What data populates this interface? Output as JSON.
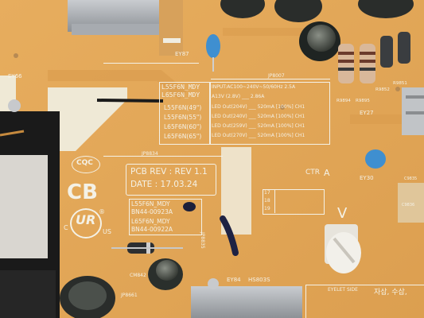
{
  "board": {
    "model_header_1": "L55F6N_MDY",
    "model_header_2": "L65F6N_MDY",
    "model_rows": [
      "L55F6N(49\")",
      "L55F6N(55\")",
      "L65F6N(60\")",
      "L65F6N(65\")"
    ],
    "spec_input": "INPUT:AC100~240V~50/60Hz 2.5A",
    "spec_a13v": "A13V (2.8V) ___ 2.86A",
    "spec_rows": [
      "LED Out(204V) ___ 520mA [100%] CH1",
      "LED Out(240V) ___ 520mA [100%] CH1",
      "LED Out(259V) ___ 520mA [100%] CH1",
      "LED Out(270V) ___ 520mA [100%] CH1"
    ],
    "pcb_rev": "PCB REV : REV 1.1",
    "date": "DATE : 17.03.24",
    "part_model_1": "L55F6N_MDY",
    "part_code_1": "BN44-00923A",
    "part_model_2": "L65F6N_MDY",
    "part_code_2": "BN44-00922A",
    "cqc": "CQC",
    "cb": "CB",
    "ul_c": "C",
    "ul_us": "US",
    "ul_r": "®",
    "ref_ey87": "EY87",
    "ref_jp8007": "JP8007",
    "ref_jp8834": "JP8834",
    "ref_ey27": "EY27",
    "ref_ey30": "EY30",
    "ref_ey84": "EY84",
    "ref_hs803s": "HS803S",
    "ref_cm842": "CM842",
    "ref_jp8661": "JP8661",
    "ref_jp8835": "JP8835",
    "ref_r9894": "R9894",
    "ref_r9895": "R9895",
    "ref_r9852": "R9852",
    "ref_r9851": "R9851",
    "ref_c9836": "C9836",
    "ref_c9835": "C9835",
    "ref_ey66": "EY66",
    "ref_ctr": "CTR",
    "ref_a": "A",
    "ref_v": "V",
    "grid_17": "17",
    "grid_18": "18",
    "grid_19": "19",
    "eyelet": "EYELET SIDE",
    "korean": "자삽, 수삽,"
  }
}
